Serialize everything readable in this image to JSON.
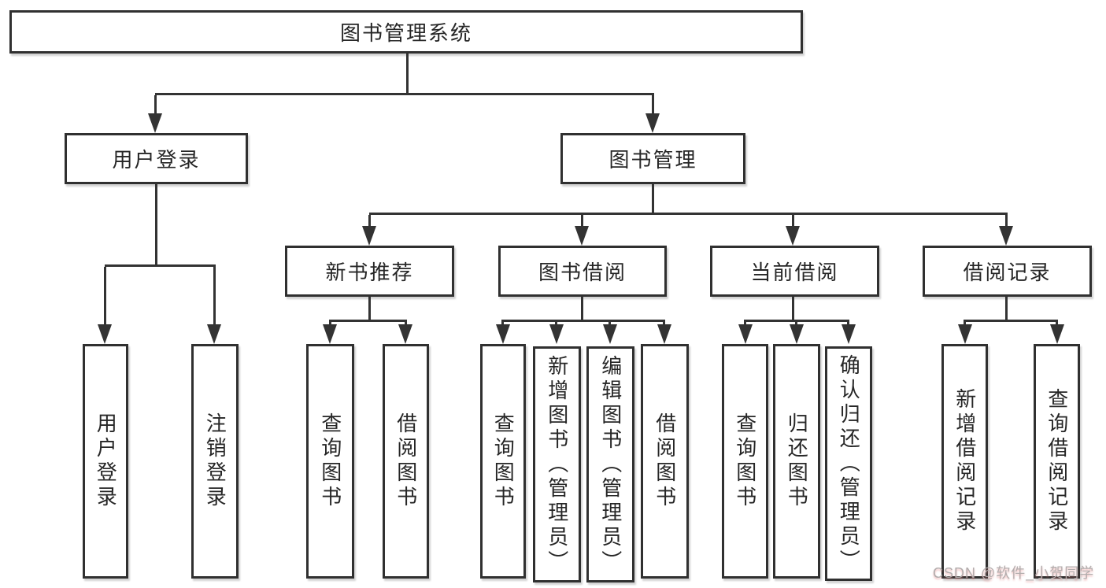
{
  "tree": {
    "label": "图书管理系统",
    "children": [
      {
        "label": "用户登录",
        "children": [
          {
            "label": "用户登录"
          },
          {
            "label": "注销登录"
          }
        ]
      },
      {
        "label": "图书管理",
        "children": [
          {
            "label": "新书推荐",
            "children": [
              {
                "label": "查询图书"
              },
              {
                "label": "借阅图书"
              }
            ]
          },
          {
            "label": "图书借阅",
            "children": [
              {
                "label": "查询图书"
              },
              {
                "label": "新增图书（管理员）"
              },
              {
                "label": "编辑图书（管理员）"
              },
              {
                "label": "借阅图书"
              }
            ]
          },
          {
            "label": "当前借阅",
            "children": [
              {
                "label": "查询图书"
              },
              {
                "label": "归还图书"
              },
              {
                "label": "确认归还（管理员）"
              }
            ]
          },
          {
            "label": "借阅记录",
            "children": [
              {
                "label": "新增借阅记录"
              },
              {
                "label": "查询借阅记录"
              }
            ]
          }
        ]
      }
    ]
  },
  "watermark": {
    "text": "CSDN @软件_小贺同学",
    "color": "#b2adad"
  },
  "colors": {
    "line": "#333333",
    "box_border": "#303030",
    "box_background": "#ffffff",
    "text": "#262626"
  }
}
